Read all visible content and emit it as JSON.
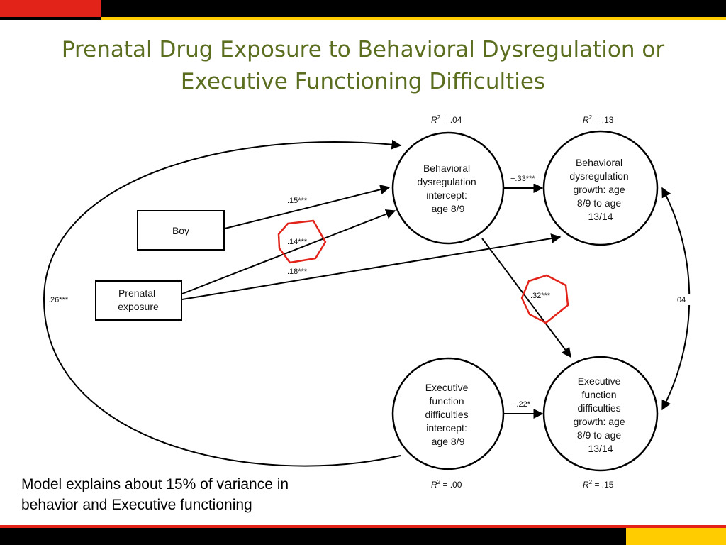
{
  "slide": {
    "title_line1": "Prenatal Drug Exposure to Behavioral Dysregulation or",
    "title_line2": "Executive Functioning Difficulties",
    "footnote_line1": "Model explains about 15% of variance in",
    "footnote_line2": "behavior and Executive functioning",
    "title_color": "#5b6e1f",
    "accent_red": "#e2231a",
    "accent_yellow": "#ffcc00"
  },
  "diagram": {
    "boxes": {
      "boy": "Boy",
      "prenatal_line1": "Prenatal",
      "prenatal_line2": "exposure"
    },
    "nodes": {
      "bd_intercept": [
        "Behavioral",
        "dysregulation",
        "intercept:",
        "age 8/9"
      ],
      "bd_growth": [
        "Behavioral",
        "dysregulation",
        "growth: age",
        "8/9 to age",
        "13/14"
      ],
      "ef_intercept": [
        "Executive",
        "function",
        "difficulties",
        "intercept:",
        "age 8/9"
      ],
      "ef_growth": [
        "Executive",
        "function",
        "difficulties",
        "growth: age",
        "8/9 to age",
        "13/14"
      ]
    },
    "r_squared": {
      "prefix": "R",
      "superscript": "2",
      "bd_intercept": " = .04",
      "bd_growth": " = .13",
      "ef_intercept": " = .00",
      "ef_growth": " = .15"
    },
    "coefficients": {
      "boy_to_bd_intercept": ".15***",
      "prenatal_to_bd_intercept": ".14***",
      "prenatal_to_bd_growth": ".18***",
      "prenatal_to_ef_intercept": ".26***",
      "bd_intercept_to_bd_growth": "−.33***",
      "bd_intercept_to_ef_growth": ".32***",
      "ef_intercept_to_ef_growth": "−.22*",
      "bd_growth_with_ef_growth": ".04"
    },
    "highlight_color": "#e2231a",
    "highlighted_paths": [
      "prenatal_to_bd_intercept",
      "bd_intercept_to_ef_growth"
    ]
  }
}
